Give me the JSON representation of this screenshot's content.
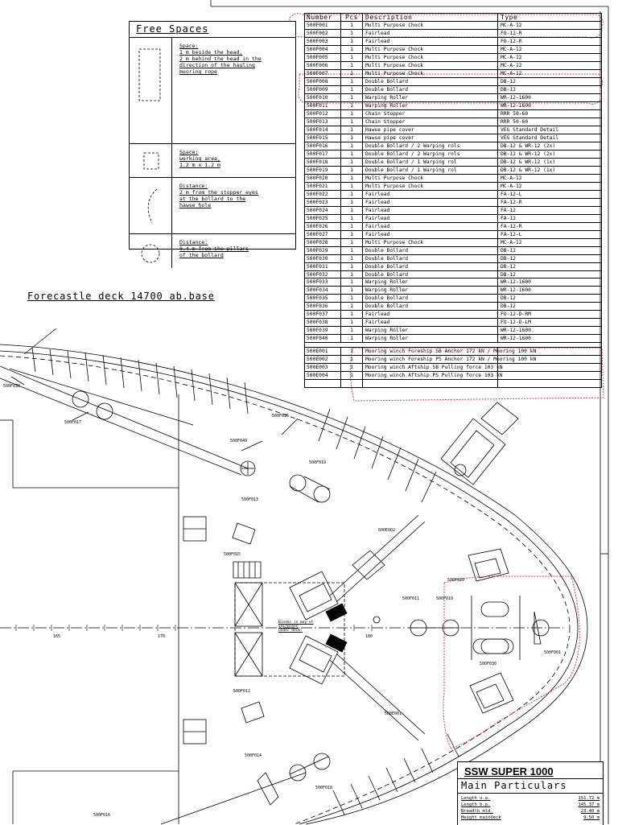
{
  "legend": {
    "title": "Free Spaces",
    "rows": [
      {
        "text": "Space:\n1 m beside the head,\n2 m behind the head in the\ndirection of the hauling\nmooring rope"
      },
      {
        "text": "Space:\nworking area,\n1.2 m x 1.2 m"
      },
      {
        "text": "Distance:\n2 m from the stopper eyes\nat the bollard to the\nhawse hole"
      },
      {
        "text": "Distance:\n0.4 m from the pillars\nof the bollard"
      }
    ]
  },
  "parts_table": {
    "headers": [
      "Number",
      "Pcs",
      "Description",
      "Type"
    ],
    "rows": [
      [
        "500F001",
        "1",
        "Multi Purpose Chock",
        "MC-A-12"
      ],
      [
        "500F002",
        "1",
        "Fairlead",
        "FO-12-R"
      ],
      [
        "500F003",
        "1",
        "Fairlead",
        "FO-12-R"
      ],
      [
        "500F004",
        "1",
        "Multi Purpose Chock",
        "MC-A-12"
      ],
      [
        "500F005",
        "1",
        "Multi Purpose Chock",
        "MC-A-12"
      ],
      [
        "500F006",
        "1",
        "Multi Purpose Chock",
        "MC-A-12"
      ],
      [
        "500F007",
        "1",
        "Multi Purpose Chock",
        "MC-A-12"
      ],
      [
        "500F008",
        "1",
        "Double Bollard",
        "DB-12"
      ],
      [
        "500F009",
        "1",
        "Double Bollard",
        "DB-12"
      ],
      [
        "500F010",
        "1",
        "Warping Roller",
        "WR-12-1600"
      ],
      [
        "500F011",
        "1",
        "Warping Roller",
        "WR-12-1600"
      ],
      [
        "500F012",
        "1",
        "Chain Stopper",
        "RRR 50-60"
      ],
      [
        "500F013",
        "1",
        "Chain Stopper",
        "RRR 50-60"
      ],
      [
        "500F014",
        "1",
        "Hawse pipe cover",
        "VEG Standard Detail"
      ],
      [
        "500F015",
        "1",
        "Hawse pipe cover",
        "VEG Standard Detail"
      ],
      [
        "500F016",
        "1",
        "Double Bollard / 2 Warping rols",
        "DB-12 & WR-12 (2x)"
      ],
      [
        "500F017",
        "1",
        "Double Bollard / 2 Warping rols",
        "DB-12 & WR-12 (2x)"
      ],
      [
        "500F018",
        "1",
        "Double Bollard / 1 Warping rol",
        "DB-12 & WR-12 (1x)"
      ],
      [
        "500F019",
        "1",
        "Double Bollard / 1 Warping rol",
        "DB-12 & WR-12 (1x)"
      ],
      [
        "500F020",
        "1",
        "Multi Purpose Chock",
        "MC-A-12"
      ],
      [
        "500F021",
        "1",
        "Multi Purpose Chock",
        "MC-A-12"
      ],
      [
        "500F022",
        "1",
        "Fairlead",
        "FA-12-L"
      ],
      [
        "500F023",
        "1",
        "Fairlead",
        "FA-12-R"
      ],
      [
        "500F024",
        "1",
        "Fairlead",
        "FA-12"
      ],
      [
        "500F025",
        "1",
        "Fairlead",
        "FA-12"
      ],
      [
        "500F026",
        "1",
        "Fairlead",
        "FA-12-R"
      ],
      [
        "500F027",
        "1",
        "Fairlead",
        "FA-12-L"
      ],
      [
        "500F028",
        "1",
        "Multi Purpose Chock",
        "MC-A-12"
      ],
      [
        "500F029",
        "1",
        "Double Bollard",
        "DB-12"
      ],
      [
        "500F030",
        "1",
        "Double Bollard",
        "DB-12"
      ],
      [
        "500F031",
        "1",
        "Double Bollard",
        "DB-12"
      ],
      [
        "500F032",
        "1",
        "Double Bollard",
        "DB-12"
      ],
      [
        "500F033",
        "1",
        "Warping Roller",
        "WR-12-1600"
      ],
      [
        "500F034",
        "1",
        "Warping Roller",
        "WR-12-1600"
      ],
      [
        "500F035",
        "1",
        "Double Bollard",
        "DB-12"
      ],
      [
        "500F036",
        "1",
        "Double Bollard",
        "DB-12"
      ],
      [
        "500F037",
        "1",
        "Fairlead",
        "FO-12-D-RM"
      ],
      [
        "500F038",
        "1",
        "Fairlead",
        "FO-12-D-LM"
      ],
      [
        "500F039",
        "1",
        "Warping Roller",
        "WR-12-1600"
      ],
      [
        "500F040",
        "1",
        "Warping Roller",
        "WR-12-1600"
      ]
    ],
    "winch_rows": [
      [
        "500E001",
        "1",
        "Mooring winch Foreship SB Anchor 172 kN / Mooring 100 kN",
        ""
      ],
      [
        "500E002",
        "1",
        "Mooring winch Foreship PS Anchor 172 kN / Mooring 100 kN",
        ""
      ],
      [
        "500E003",
        "1",
        "Mooring winch Aftship SB Pulling force 103 kN",
        ""
      ],
      [
        "500E004",
        "1",
        "Mooring winch Aftship PS Pulling force 103 kN",
        ""
      ]
    ]
  },
  "deck_label": "Forecastle deck 14700 ab.base",
  "part_tags": [
    {
      "id": "t1",
      "text": "500F036"
    },
    {
      "id": "t2",
      "text": "500F017"
    },
    {
      "id": "t3",
      "text": "500F035"
    },
    {
      "id": "t4",
      "text": "500F040"
    },
    {
      "id": "t5",
      "text": "500F019"
    },
    {
      "id": "t6",
      "text": "500F013"
    },
    {
      "id": "t7",
      "text": "500E002"
    },
    {
      "id": "t8",
      "text": "500F015"
    },
    {
      "id": "t9",
      "text": "500F011"
    },
    {
      "id": "t10",
      "text": "500F010"
    },
    {
      "id": "t11",
      "text": "500F029"
    },
    {
      "id": "t12",
      "text": "500F030"
    },
    {
      "id": "t13",
      "text": "500F001"
    },
    {
      "id": "t14",
      "text": "500E001"
    },
    {
      "id": "t15",
      "text": "500F012"
    },
    {
      "id": "t16",
      "text": "500F014"
    },
    {
      "id": "t17",
      "text": "500F016"
    },
    {
      "id": "t18",
      "text": "500F018"
    }
  ],
  "axis_ticks": [
    "165",
    "170",
    "180"
  ],
  "note_text": "Bindes in may et\nveirereer\nunder deck.",
  "title_block": {
    "main": "SSW SUPER 1000",
    "sub": "Main Particulars",
    "rows": [
      {
        "label": "Length o.a.",
        "value": "151.72 m"
      },
      {
        "label": "Length b.p.",
        "value": "145.37 m"
      },
      {
        "label": "Breadth mld.",
        "value": "23.40 m"
      },
      {
        "label": "Height maindeck",
        "value": "9.50 m"
      }
    ]
  },
  "colors": {
    "markup": "#e23b3b",
    "line": "#000000"
  }
}
